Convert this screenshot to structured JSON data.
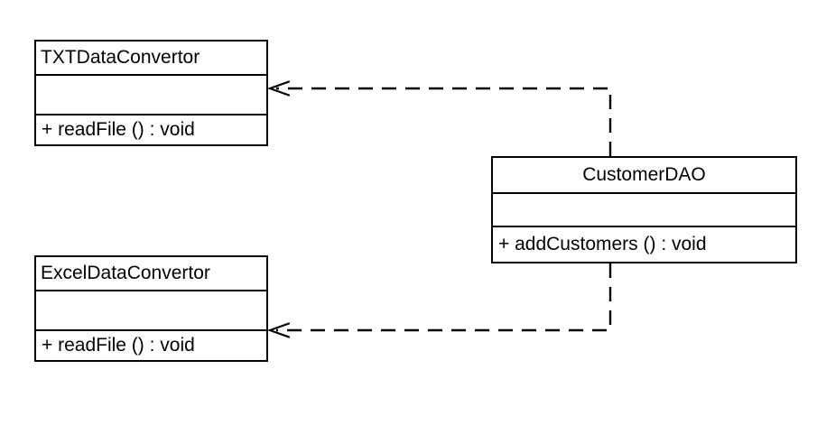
{
  "diagram": {
    "type": "uml-class-diagram",
    "background_color": "#ffffff",
    "line_color": "#000000",
    "text_color": "#000000",
    "classes": [
      {
        "id": "txt-data-convertor",
        "name": "TXTDataConvertor",
        "attributes": [],
        "methods": [
          "+ readFile () : void"
        ]
      },
      {
        "id": "excel-data-convertor",
        "name": "ExcelDataConvertor",
        "attributes": [],
        "methods": [
          "+ readFile () : void"
        ]
      },
      {
        "id": "customer-dao",
        "name": "CustomerDAO",
        "attributes": [],
        "methods": [
          "+ addCustomers () : void"
        ]
      }
    ],
    "relationships": [
      {
        "id": "dep-customerdao-to-txt",
        "from": "CustomerDAO",
        "to": "TXTDataConvertor",
        "style": "dashed",
        "arrowhead": "open-v",
        "label": ""
      },
      {
        "id": "dep-customerdao-to-excel",
        "from": "CustomerDAO",
        "to": "ExcelDataConvertor",
        "style": "dashed",
        "arrowhead": "open-v",
        "label": ""
      }
    ]
  }
}
